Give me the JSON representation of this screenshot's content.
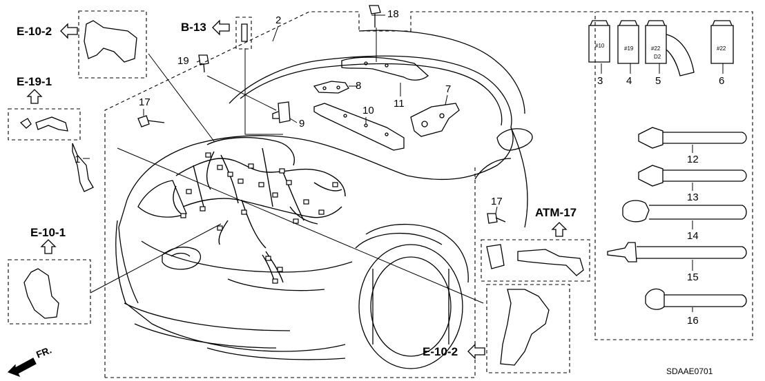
{
  "diagram": {
    "refs": {
      "e10_2_top": "E-10-2",
      "b13": "B-13",
      "e19_1": "E-19-1",
      "e10_1": "E-10-1",
      "atm17": "ATM-17",
      "e10_2_bottom": "E-10-2"
    },
    "callouts": {
      "n1": "1",
      "n2": "2",
      "n3": "3",
      "n4": "4",
      "n5": "5",
      "n6": "6",
      "n7": "7",
      "n8": "8",
      "n9": "9",
      "n10": "10",
      "n11": "11",
      "n12": "12",
      "n13": "13",
      "n14": "14",
      "n15": "15",
      "n16": "16",
      "n17a": "17",
      "n17b": "17",
      "n18": "18",
      "n19": "19"
    },
    "part_tags": {
      "t3": "#10",
      "t4": "#19",
      "t5": "#22",
      "t5b": "D2",
      "t6": "#22"
    },
    "front_indicator": "FR.",
    "drawing_code": "SDAAE0701"
  }
}
